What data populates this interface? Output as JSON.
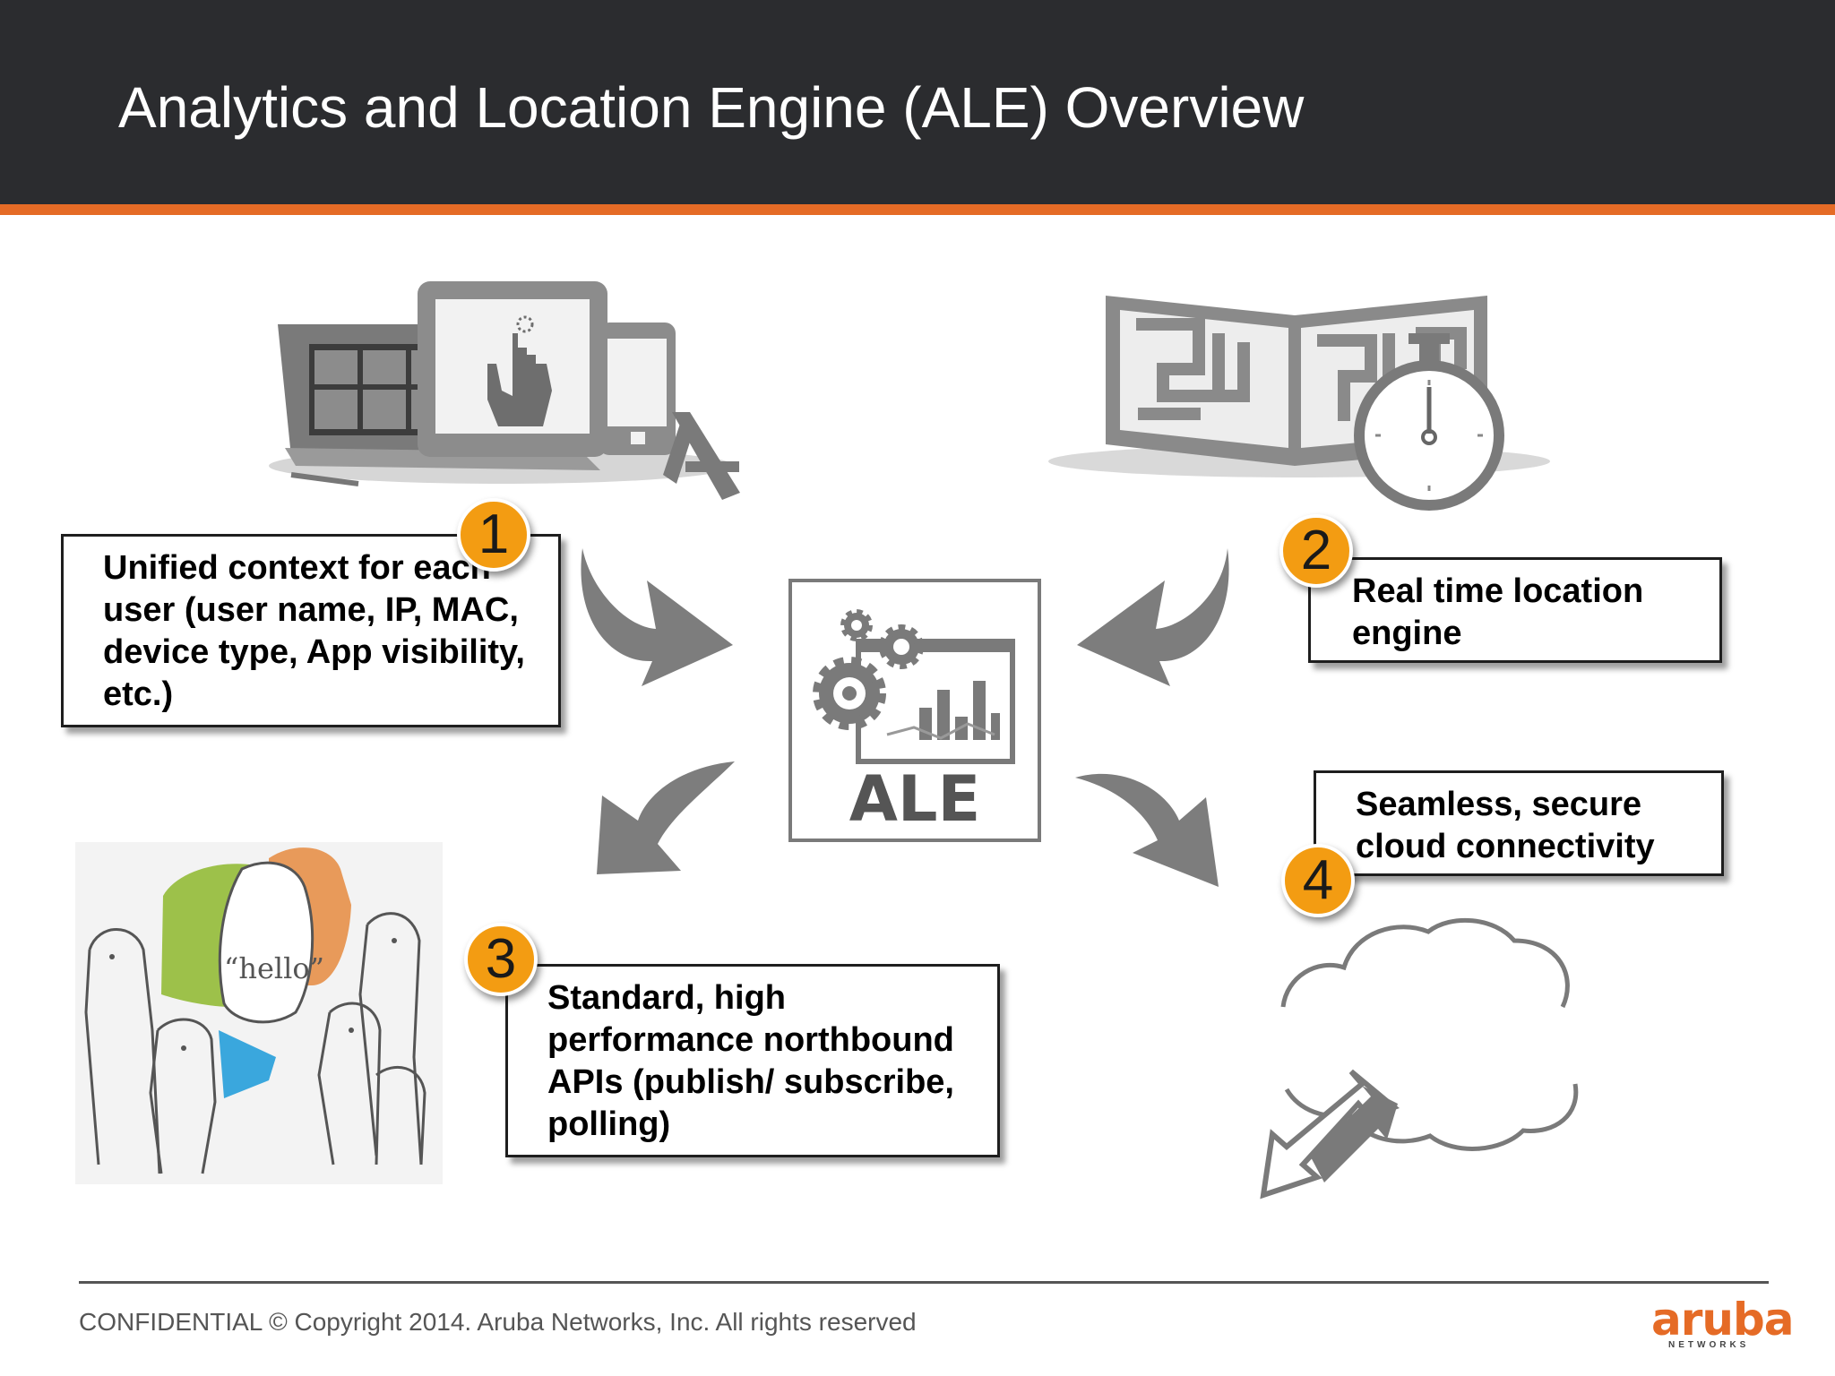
{
  "slide": {
    "title": "Analytics and Location Engine (ALE) Overview",
    "center_label": "ALE",
    "bubble_text": "“hello”"
  },
  "callouts": [
    {
      "number": "1",
      "text": "Unified context for each user (user name, IP, MAC, device type, App visibility, etc.)"
    },
    {
      "number": "2",
      "text": "Real time location engine"
    },
    {
      "number": "3",
      "text": "Standard, high performance northbound APIs (publish/ subscribe, polling)"
    },
    {
      "number": "4",
      "text": "Seamless, secure cloud connectivity"
    }
  ],
  "footer": {
    "text": "CONFIDENTIAL © Copyright 2014. Aruba Networks, Inc. All rights reserved",
    "logo_word": "aruba",
    "logo_sub": "NETWORKS"
  },
  "icons": [
    "devices-icon",
    "floorplan-stopwatch-icon",
    "ale-engine-icon",
    "people-chat-icon",
    "cloud-icon",
    "bidirectional-arrow-icon"
  ],
  "colors": {
    "header": "#2b2c2f",
    "accent": "#e56b26",
    "badge": "#f39c12",
    "icon_gray": "#7d7d7d"
  }
}
